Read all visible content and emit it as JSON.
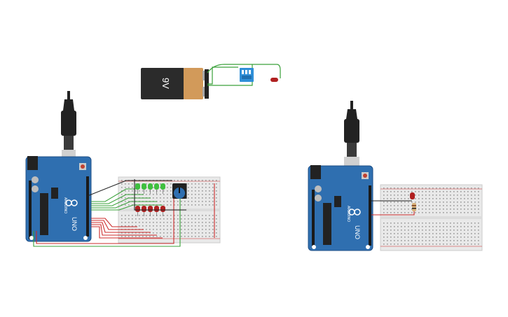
{
  "canvas": {
    "background": "#ffffff"
  },
  "battery": {
    "label": "9V"
  },
  "arduino_left": {
    "model": "UNO",
    "brand": "ARDUINO"
  },
  "arduino_right": {
    "model": "UNO",
    "brand": "ARDUINO"
  },
  "colors": {
    "board": "#2f6fb0",
    "board_dark": "#1f4f86",
    "breadboard": "#e9e9e9",
    "wire_red": "#cc2b2b",
    "wire_green": "#3aa13a",
    "wire_black": "#222222",
    "led_green": "#3fbf3f",
    "led_red": "#b02020",
    "battery_body": "#2b2b2b",
    "battery_top": "#d29a5a",
    "dip_switch": "#2f8fd8"
  },
  "components": {
    "green_leds": 5,
    "red_leds": 5,
    "potentiometer": 1,
    "resistor": 1,
    "dip_switch": 1,
    "led_single": 1
  }
}
